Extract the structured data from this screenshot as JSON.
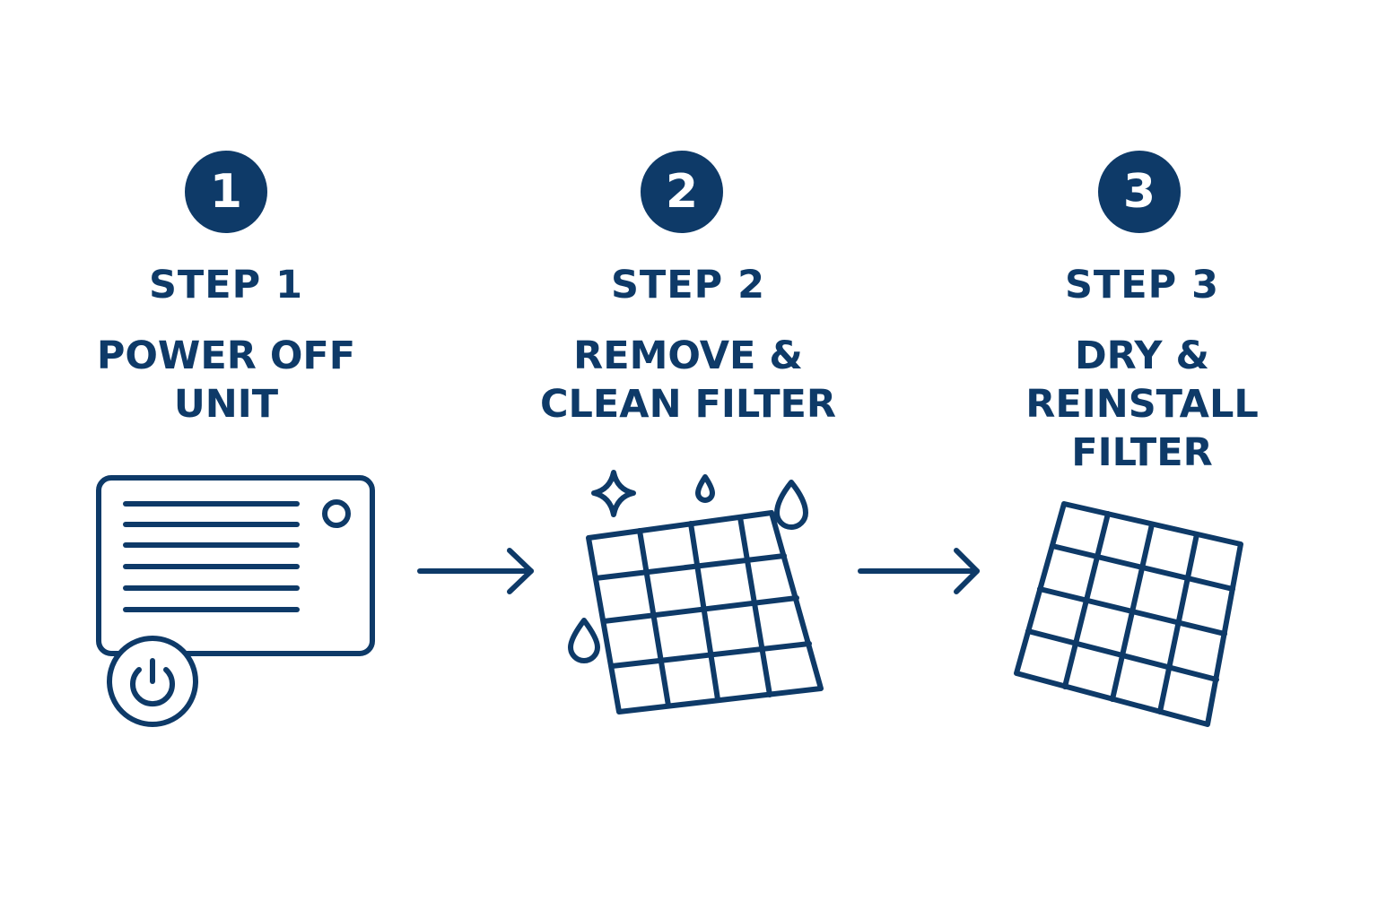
{
  "colors": {
    "primary": "#0e3a68",
    "background": "#ffffff"
  },
  "steps": [
    {
      "number": "1",
      "label": "STEP 1",
      "title_lines": [
        "POWER OFF",
        "UNIT"
      ],
      "icon": "air-conditioner-power-icon"
    },
    {
      "number": "2",
      "label": "STEP 2",
      "title_lines": [
        "REMOVE &",
        "CLEAN FILTER"
      ],
      "icon": "wet-filter-sparkle-icon"
    },
    {
      "number": "3",
      "label": "STEP 3",
      "title_lines": [
        "DRY &",
        "REINSTALL",
        "FILTER"
      ],
      "icon": "filter-grid-icon"
    }
  ],
  "arrows": [
    "arrow-right-icon",
    "arrow-right-icon"
  ]
}
